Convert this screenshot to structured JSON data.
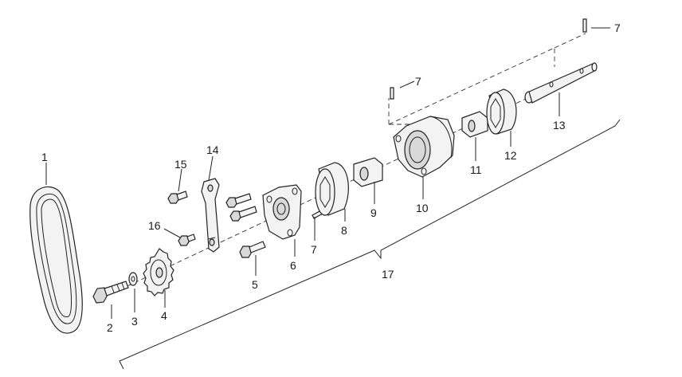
{
  "callouts": {
    "p1": "1",
    "p2": "2",
    "p3": "3",
    "p4": "4",
    "p5": "5",
    "p6": "6",
    "p7a": "7",
    "p7b": "7",
    "p7c": "7",
    "p8": "8",
    "p9": "9",
    "p10": "10",
    "p11": "11",
    "p12": "12",
    "p13": "13",
    "p14": "14",
    "p15": "15",
    "p16": "16",
    "p17": "17"
  }
}
